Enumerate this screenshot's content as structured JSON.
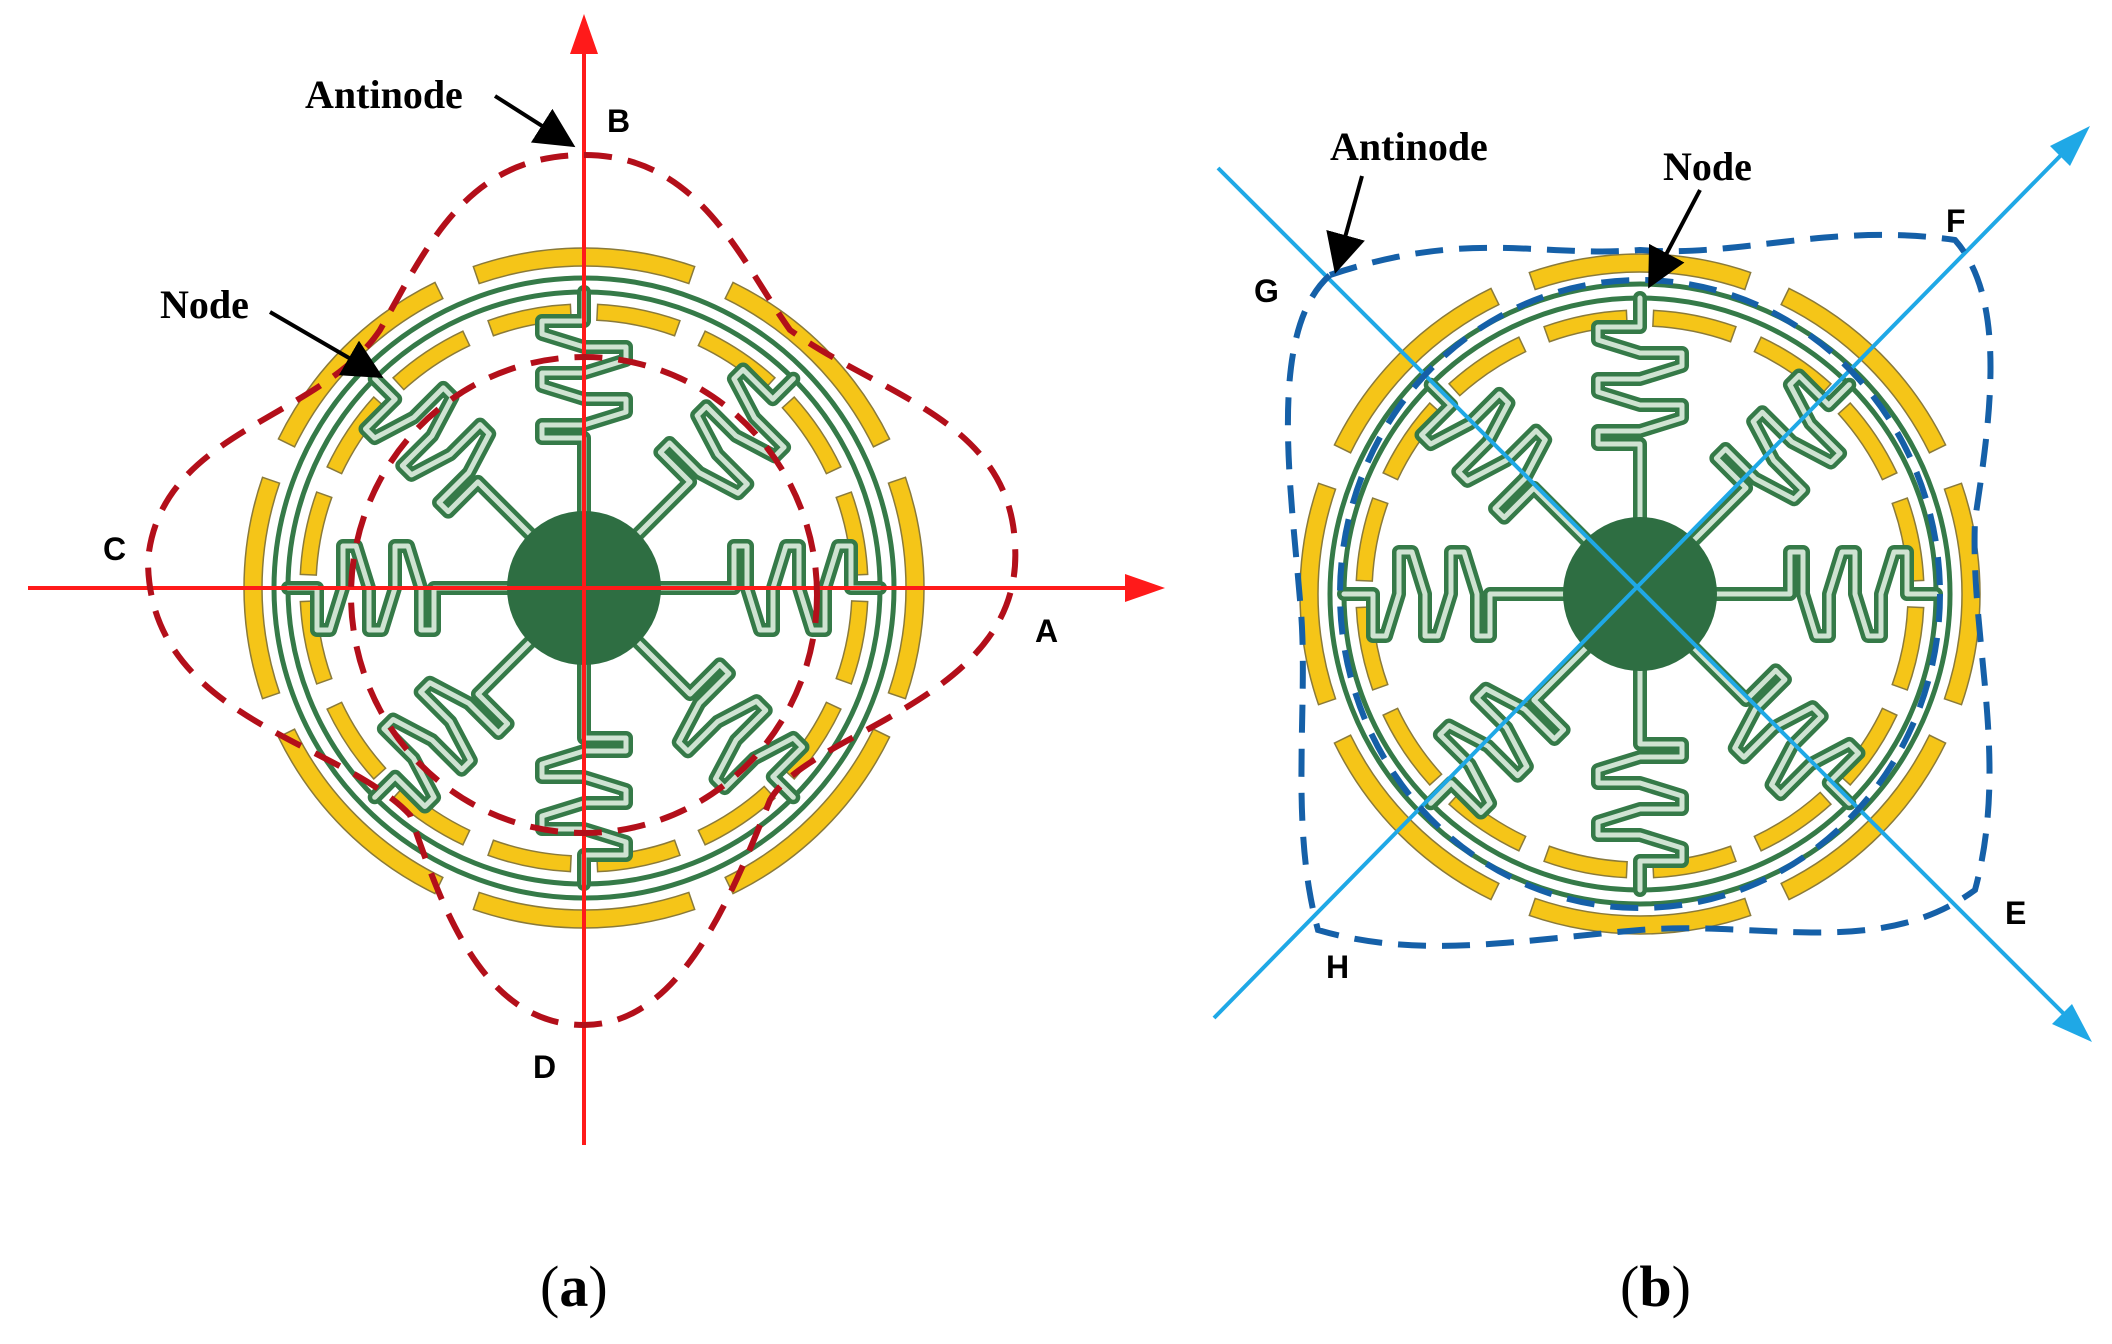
{
  "panels": [
    {
      "id": "a",
      "caption_open": "(",
      "caption_letter": "a",
      "caption_close": ")",
      "antinode_label": "Antinode",
      "node_label": "Node",
      "axis_labels": [
        "A",
        "B",
        "C",
        "D"
      ],
      "axis_color": "#ff1a1a",
      "mode_color": "#b30f1a"
    },
    {
      "id": "b",
      "caption_open": "(",
      "caption_letter": "b",
      "caption_close": ")",
      "antinode_label": "Antinode",
      "node_label": "Node",
      "axis_labels": [
        "E",
        "F",
        "G",
        "H"
      ],
      "axis_color": "#1fa8e6",
      "mode_color": "#1560a8"
    }
  ],
  "colors": {
    "electrode": "#f5c518",
    "electrode_edge": "#8a7a3a",
    "spring": "#357a48",
    "hub": "#2e6e42"
  }
}
